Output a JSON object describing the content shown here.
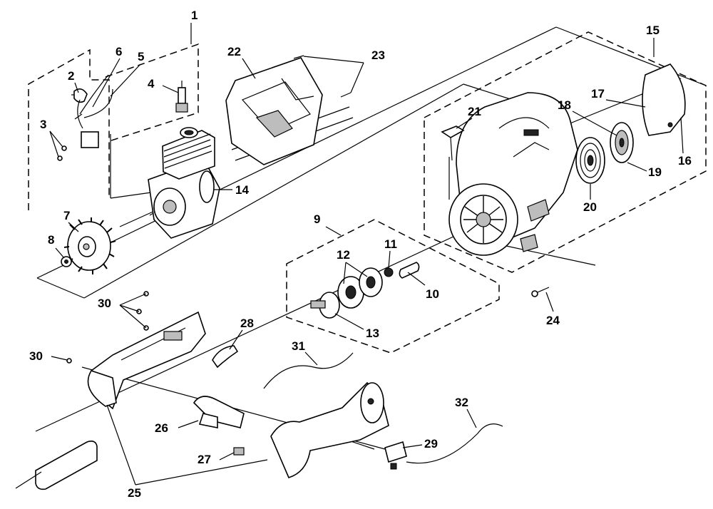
{
  "diagram": {
    "callouts": [
      {
        "id": "1",
        "text": "1"
      },
      {
        "id": "2",
        "text": "2"
      },
      {
        "id": "3",
        "text": "3"
      },
      {
        "id": "4",
        "text": "4"
      },
      {
        "id": "5",
        "text": "5"
      },
      {
        "id": "6",
        "text": "6"
      },
      {
        "id": "7",
        "text": "7"
      },
      {
        "id": "8",
        "text": "8"
      },
      {
        "id": "9",
        "text": "9"
      },
      {
        "id": "10",
        "text": "10"
      },
      {
        "id": "11",
        "text": "11"
      },
      {
        "id": "12",
        "text": "12"
      },
      {
        "id": "13",
        "text": "13"
      },
      {
        "id": "14",
        "text": "14"
      },
      {
        "id": "15",
        "text": "15"
      },
      {
        "id": "16",
        "text": "16"
      },
      {
        "id": "17",
        "text": "17"
      },
      {
        "id": "18",
        "text": "18"
      },
      {
        "id": "19",
        "text": "19"
      },
      {
        "id": "20",
        "text": "20"
      },
      {
        "id": "21",
        "text": "21"
      },
      {
        "id": "22",
        "text": "22"
      },
      {
        "id": "23",
        "text": "23"
      },
      {
        "id": "24",
        "text": "24"
      },
      {
        "id": "25",
        "text": "25"
      },
      {
        "id": "26",
        "text": "26"
      },
      {
        "id": "27",
        "text": "27"
      },
      {
        "id": "28",
        "text": "28"
      },
      {
        "id": "29",
        "text": "29"
      },
      {
        "id": "30a",
        "text": "30"
      },
      {
        "id": "30b",
        "text": "30"
      },
      {
        "id": "31",
        "text": "31"
      },
      {
        "id": "32",
        "text": "32"
      }
    ]
  }
}
